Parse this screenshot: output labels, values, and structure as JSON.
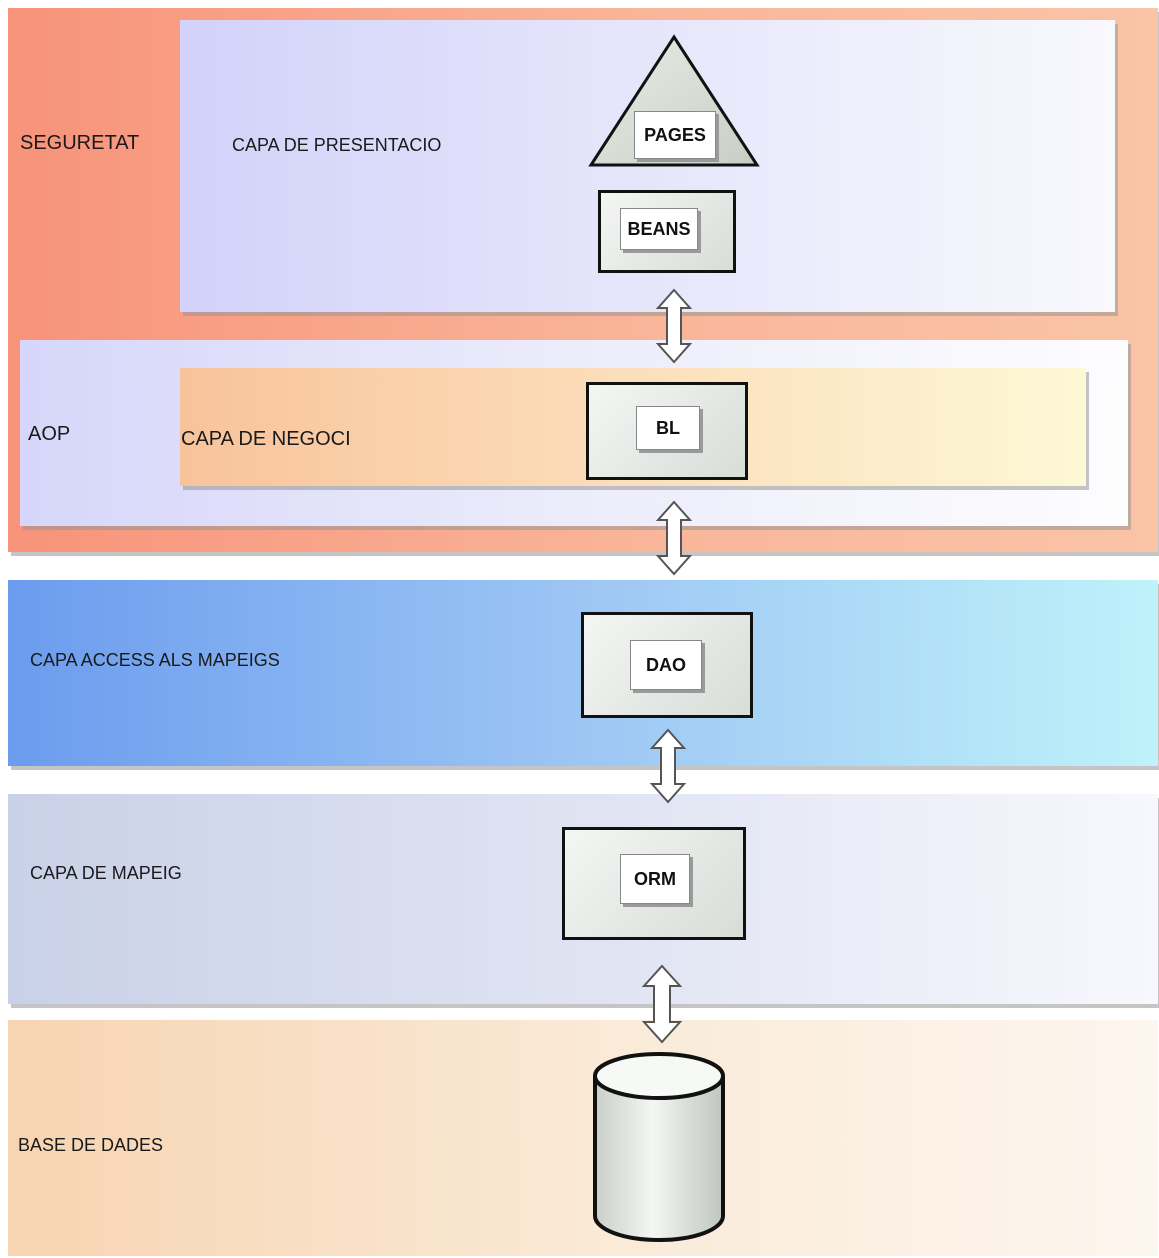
{
  "layers": {
    "security": "SEGURETAT",
    "presentation": "CAPA DE PRESENTACIO",
    "aop": "AOP",
    "business": "CAPA DE NEGOCI",
    "data_access": "CAPA ACCESS ALS MAPEIGS",
    "mapping": "CAPA DE MAPEIG",
    "database": "BASE DE DADES"
  },
  "components": {
    "pages": "PAGES",
    "beans": "BEANS",
    "bl": "BL",
    "dao": "DAO",
    "orm": "ORM"
  },
  "connectors": [
    {
      "from": "BEANS",
      "to": "BL"
    },
    {
      "from": "BL",
      "to": "DAO"
    },
    {
      "from": "DAO",
      "to": "ORM"
    },
    {
      "from": "ORM",
      "to": "BASE DE DADES"
    }
  ],
  "colors": {
    "security_band": "#f7937a",
    "presentation_band": "#d4d4fa",
    "aop_band": "#dcdcfb",
    "business_band": "#f8c8a0",
    "data_access_band": "#7aaaf0",
    "mapping_band": "#cfd6ea",
    "database_band": "#f8dcc0"
  }
}
